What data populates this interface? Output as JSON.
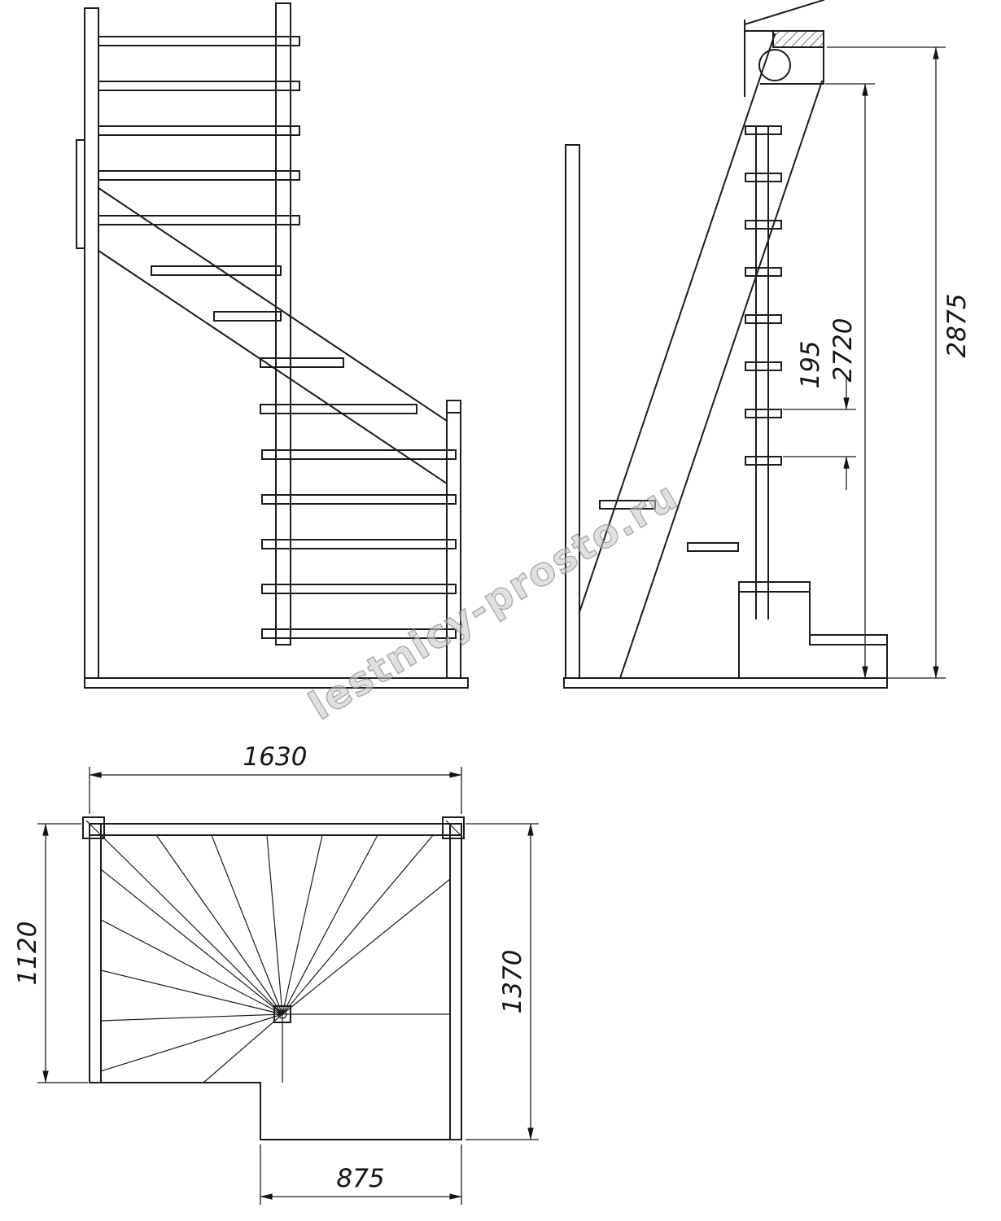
{
  "drawing": {
    "type": "staircase technical drawing, three views",
    "watermark": "lestnicy-prosto.ru",
    "dimensions": {
      "side": {
        "riser_height": "195",
        "flight_height": "2720",
        "total_height": "2875"
      },
      "plan": {
        "top_width": "1630",
        "left_depth": "1120",
        "right_depth": "1370",
        "bottom_width": "875"
      }
    }
  }
}
